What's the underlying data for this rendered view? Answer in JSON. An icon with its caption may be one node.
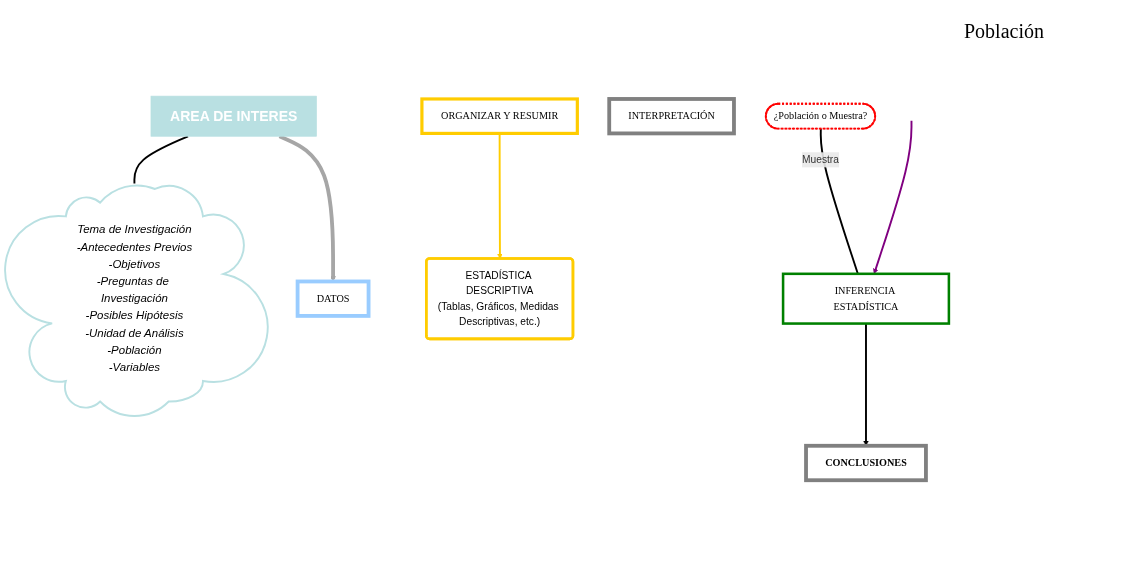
{
  "diagram": {
    "nodes": [
      {
        "text": [
          "AREA DE INTERES"
        ]
      },
      {
        "text": [
          "Tema de Investigación",
          "-Antecedentes Previos",
          "-Objetivos",
          "-Preguntas de Investigación",
          "-Posibles Hipótesis",
          "-Unidad de Análisis",
          "-Población",
          "-Variables"
        ]
      },
      {
        "text": [
          "DATOS"
        ]
      },
      {
        "text": [
          "ORGANIZAR Y RESUMIR"
        ]
      },
      {
        "text": [
          "ESTADÍSTICA DESCRIPTIVA",
          "(Tablas, Gráficos, Medidas Descriptivas, etc.)"
        ]
      },
      {
        "text": [
          "INTERPRETACIÓN"
        ]
      },
      {
        "text": [
          "¿Población o Muestra?"
        ]
      },
      {
        "text": [
          "INFERENCIA ESTADÍSTICA"
        ]
      },
      {
        "text": [
          "CONCLUSIONES"
        ]
      }
    ],
    "edges": [
      {
        "from": 0,
        "to": 1,
        "arrow": "none"
      },
      {
        "from": 0,
        "to": 2,
        "arrow": "to",
        "style": "thick",
        "color": "#a6a6a6"
      },
      {
        "from": 3,
        "to": 4,
        "arrow": "to",
        "color": "#ffcc00"
      },
      {
        "from": 6,
        "to": 7,
        "arrow": "none",
        "label": "Muestra"
      },
      {
        "from": 7,
        "to": 8,
        "arrow": "to"
      },
      {
        "from": null,
        "to": 7,
        "arrow": "to",
        "color": "#800080"
      }
    ],
    "labels": [
      "Población"
    ]
  }
}
